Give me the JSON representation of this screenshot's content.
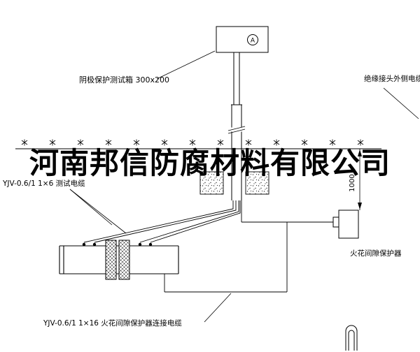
{
  "diagram": {
    "watermark": "河南邦信防腐材料有限公司",
    "ammeter": "A",
    "labels": {
      "test_box": "阴极保护测试箱 300x200",
      "outer_cable": "绝缘接头外侧电缆",
      "test_cable": "YJV-0.6/1 1×6  测试电缆",
      "dimension": "1000",
      "spark_gap": "火花间隙保护器",
      "connect_cable": "YJV-0.6/1 1×16  火花间隙保护器连接电缆"
    },
    "colors": {
      "line": "#000000",
      "background": "#ffffff"
    }
  }
}
